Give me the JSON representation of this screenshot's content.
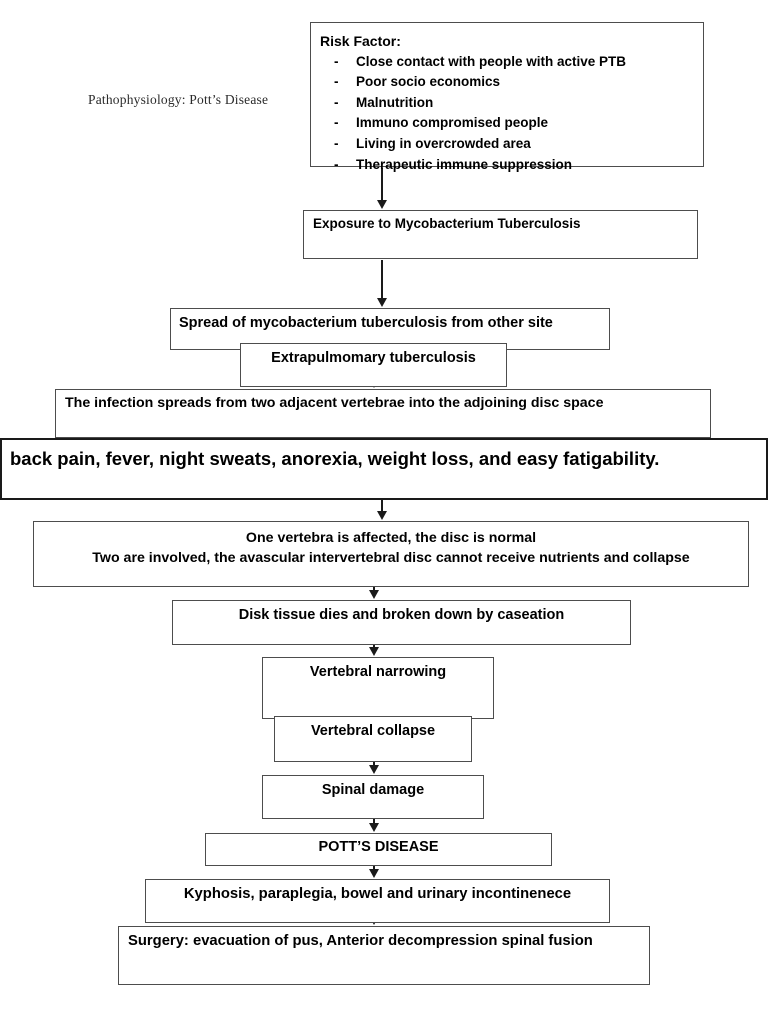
{
  "diagram": {
    "title": "Pathophysiology: Pott’s Disease",
    "type": "flowchart",
    "orientation": "top-to-bottom",
    "nodes": {
      "risk_factor": {
        "heading": "Risk Factor:",
        "bullet_marker": "-",
        "items": [
          "Close contact with people with active PTB",
          "Poor socio economics",
          "Malnutrition",
          "Immuno compromised people",
          "Living in overcrowded  area",
          "Therapeutic immune suppression"
        ]
      },
      "exposure": "Exposure to Mycobacterium  Tuberculosis",
      "spread": "Spread of mycobacterium tuberculosis from other site",
      "extrapulmonary": "Extrapulmomary tuberculosis",
      "infection_spreads": "The infection spreads from two adjacent vertebrae into the adjoining disc space",
      "symptoms": "back pain, fever, night sweats, anorexia, weight loss, and easy fatigability.",
      "vertebra_line1": "One vertebra is affected, the disc is normal",
      "vertebra_line2": "Two are involved, the avascular intervertebral disc cannot receive nutrients and collapse",
      "disk_tissue": "Disk tissue dies and broken down by caseation",
      "vertebral_narrowing": "Vertebral narrowing",
      "vertebral_collapse": "Vertebral collapse",
      "spinal_damage": "Spinal damage",
      "potts_disease": "POTT’S DISEASE",
      "complications": "Kyphosis, paraplegia, bowel and urinary incontinenece",
      "surgery": "Surgery: evacuation of pus, Anterior decompression spinal fusion"
    },
    "colors": {
      "background": "#ffffff",
      "box_border": "#4d4d4d",
      "emphasis_border": "#1a1a1a",
      "text": "#000000",
      "title_text": "#2b2b2b",
      "arrow": "#1a1a1a"
    }
  }
}
